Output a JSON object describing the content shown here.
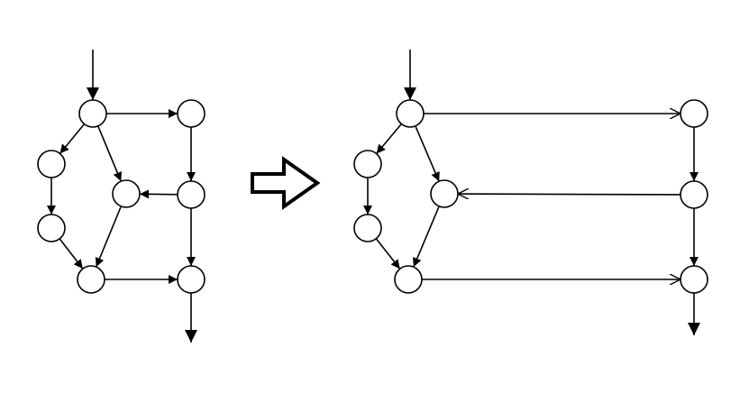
{
  "diagram": {
    "description_free": true,
    "colors": {
      "stroke": "#000000",
      "fill": "#ffffff",
      "background": "#ffffff"
    },
    "left_graph": {
      "nodes": [
        "a",
        "b",
        "c",
        "d",
        "e",
        "f",
        "g",
        "h"
      ],
      "edges": [
        {
          "from": "in",
          "to": "a",
          "head": "filled"
        },
        {
          "from": "a",
          "to": "b",
          "head": "filled"
        },
        {
          "from": "a",
          "to": "c",
          "head": "filled"
        },
        {
          "from": "a",
          "to": "d",
          "head": "filled"
        },
        {
          "from": "c",
          "to": "e",
          "head": "filled"
        },
        {
          "from": "e",
          "to": "f",
          "head": "filled"
        },
        {
          "from": "d",
          "to": "f",
          "head": "filled"
        },
        {
          "from": "b",
          "to": "g",
          "head": "filled"
        },
        {
          "from": "g",
          "to": "d",
          "head": "filled"
        },
        {
          "from": "g",
          "to": "h",
          "head": "filled"
        },
        {
          "from": "f",
          "to": "h",
          "head": "filled"
        },
        {
          "from": "h",
          "to": "out",
          "head": "filled"
        }
      ]
    },
    "right_graph": {
      "nodes": [
        "a",
        "b",
        "c",
        "d",
        "e",
        "f",
        "g",
        "h"
      ],
      "edges": [
        {
          "from": "in",
          "to": "a",
          "head": "filled"
        },
        {
          "from": "a",
          "to": "b",
          "head": "open"
        },
        {
          "from": "a",
          "to": "c",
          "head": "filled"
        },
        {
          "from": "a",
          "to": "d",
          "head": "filled"
        },
        {
          "from": "c",
          "to": "e",
          "head": "filled"
        },
        {
          "from": "e",
          "to": "f",
          "head": "filled"
        },
        {
          "from": "d",
          "to": "f",
          "head": "filled"
        },
        {
          "from": "b",
          "to": "g",
          "head": "filled"
        },
        {
          "from": "g",
          "to": "d",
          "head": "open"
        },
        {
          "from": "g",
          "to": "h",
          "head": "filled"
        },
        {
          "from": "f",
          "to": "h",
          "head": "open"
        },
        {
          "from": "h",
          "to": "out",
          "head": "filled"
        }
      ]
    },
    "transform_arrow": {
      "direction": "right",
      "style": "outlined"
    }
  }
}
